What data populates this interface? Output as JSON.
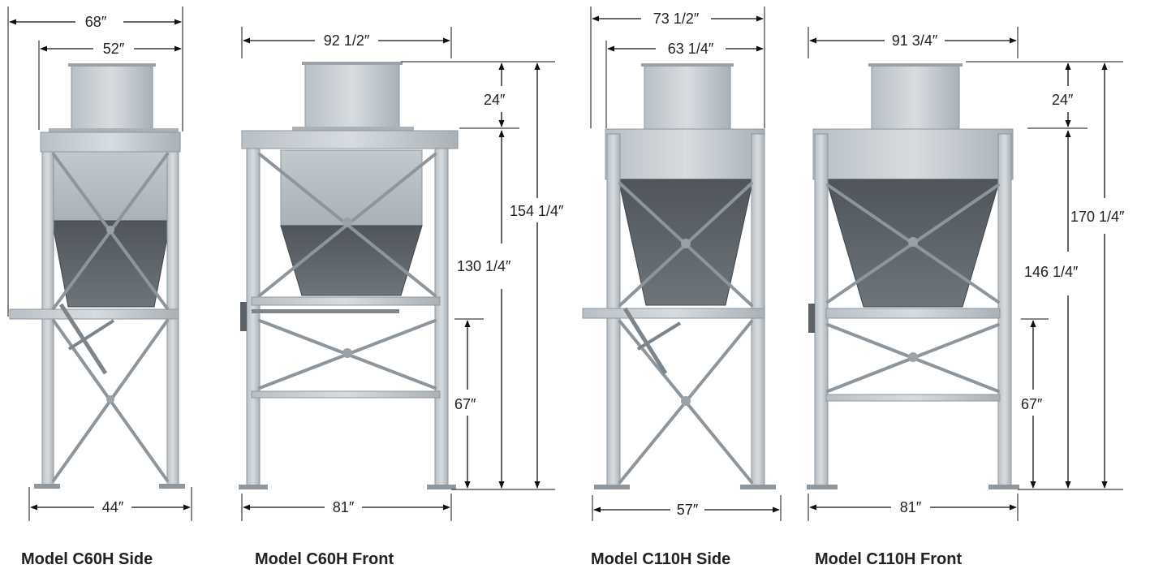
{
  "colors": {
    "steel_light": "#c9cfd3",
    "steel_mid": "#a9b1b7",
    "hopper_dark": "#5b6166",
    "line": "#111111",
    "text": "#222222"
  },
  "models": [
    {
      "caption": "Model C60H Side",
      "dims": {
        "overall_width": "68″",
        "inlet_width": "52″",
        "base_width": "44″"
      }
    },
    {
      "caption": "Model C60H Front",
      "dims": {
        "inlet_width": "92 1/2″",
        "base_width": "81″",
        "inlet_height": "24″",
        "frame_height": "130 1/4″",
        "overall_height": "154 1/4″",
        "clearance": "67″"
      }
    },
    {
      "caption": "Model C110H Side",
      "dims": {
        "overall_width": "73 1/2″",
        "inlet_width": "63 1/4″",
        "base_width": "57″"
      }
    },
    {
      "caption": "Model C110H Front",
      "dims": {
        "inlet_width": "91 3/4″",
        "base_width": "81″",
        "inlet_height": "24″",
        "frame_height": "146 1/4″",
        "overall_height": "170 1/4″",
        "clearance": "67″"
      }
    }
  ]
}
